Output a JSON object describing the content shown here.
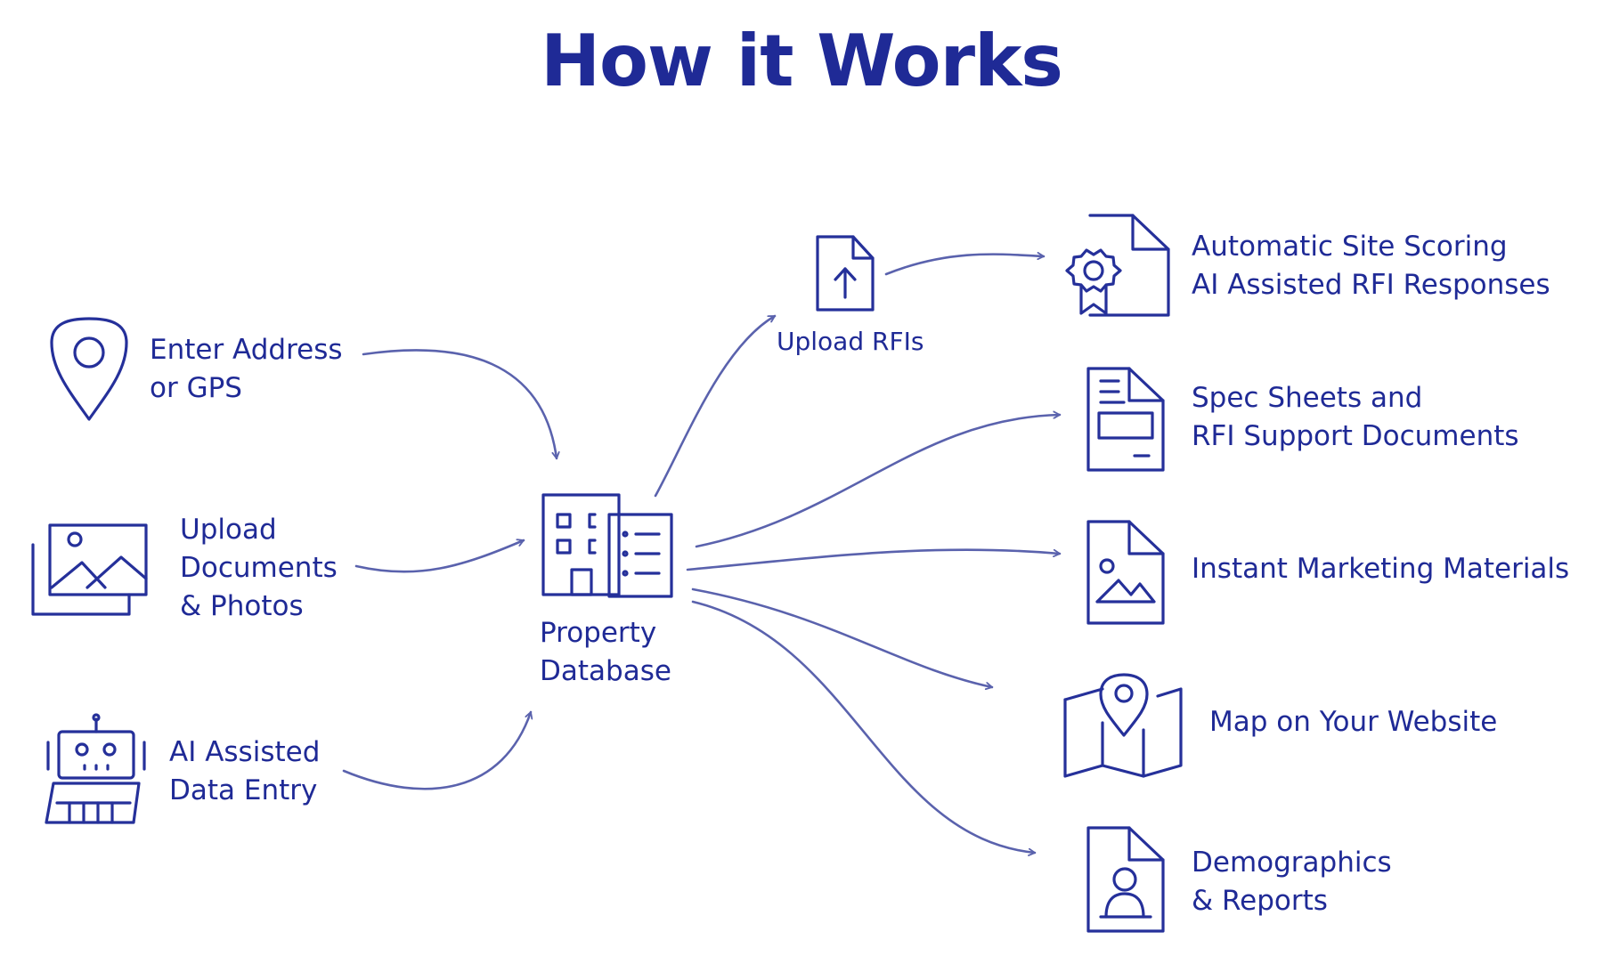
{
  "title": "How it Works",
  "inputs": {
    "address": {
      "line1": "Enter Address",
      "line2": "or GPS"
    },
    "upload": {
      "line1": "Upload",
      "line2": "Documents",
      "line3": "& Photos"
    },
    "ai_entry": {
      "line1": "AI Assisted",
      "line2": "Data Entry"
    }
  },
  "hub": {
    "line1": "Property",
    "line2": "Database"
  },
  "rfi": {
    "label": "Upload RFIs"
  },
  "outputs": {
    "scoring": {
      "line1": "Automatic Site Scoring",
      "line2": "AI Assisted RFI Responses"
    },
    "spec": {
      "line1": "Spec Sheets and",
      "line2": "RFI Support Documents"
    },
    "marketing": {
      "line1": "Instant Marketing Materials"
    },
    "map": {
      "line1": "Map on Your Website"
    },
    "demographics": {
      "line1": "Demographics",
      "line2": "& Reports"
    }
  },
  "icons": {
    "address": "location-pin-icon",
    "upload": "photo-gallery-icon",
    "ai_entry": "robot-icon",
    "hub": "building-database-icon",
    "rfi": "upload-file-icon",
    "scoring": "certificate-document-icon",
    "spec": "spec-sheet-document-icon",
    "marketing": "image-document-icon",
    "map": "map-pin-icon",
    "demographics": "profile-report-document-icon"
  },
  "colors": {
    "ink": "#1f2a96",
    "arrow": "#5a62ad",
    "background": "#ffffff"
  }
}
